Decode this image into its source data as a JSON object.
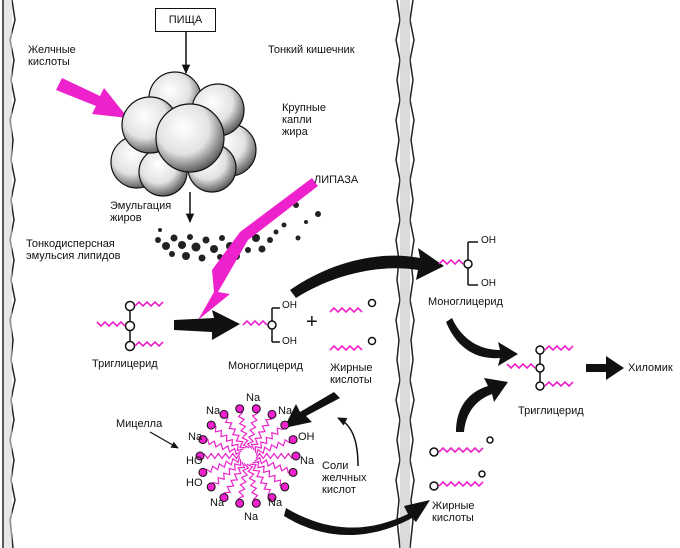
{
  "labels": {
    "food": "ПИЩА",
    "bile_acids": "Желчные\nкислоты",
    "small_intestine": "Тонкий кишечник",
    "large_fat_drops": "Крупные\nкапли\nжира",
    "lipase": "ЛИПАЗА",
    "fat_emulsification": "Эмульгация\nжиров",
    "fine_emulsion": "Тонкодисперсная\nэмульсия липидов",
    "triglyceride_left": "Триглицерид",
    "monoglyceride_mid": "Моноглицерид",
    "fatty_acids_mid": "Жирные\nкислоты",
    "micelle": "Мицелла",
    "bile_salts": "Соли\nжелчных\nкислот",
    "monoglyceride_right": "Моноглицерид",
    "triglyceride_right": "Триглицерид",
    "chylomicron": "Хиломик",
    "fatty_acids_right": "Жирные\nкислоты",
    "plus": "+"
  },
  "chem": {
    "oh": "OH",
    "na": "Na",
    "ho": "HO"
  },
  "colors": {
    "accent_magenta": "#ee22cc",
    "ink": "#111111",
    "wall": "#8a8a8a"
  }
}
